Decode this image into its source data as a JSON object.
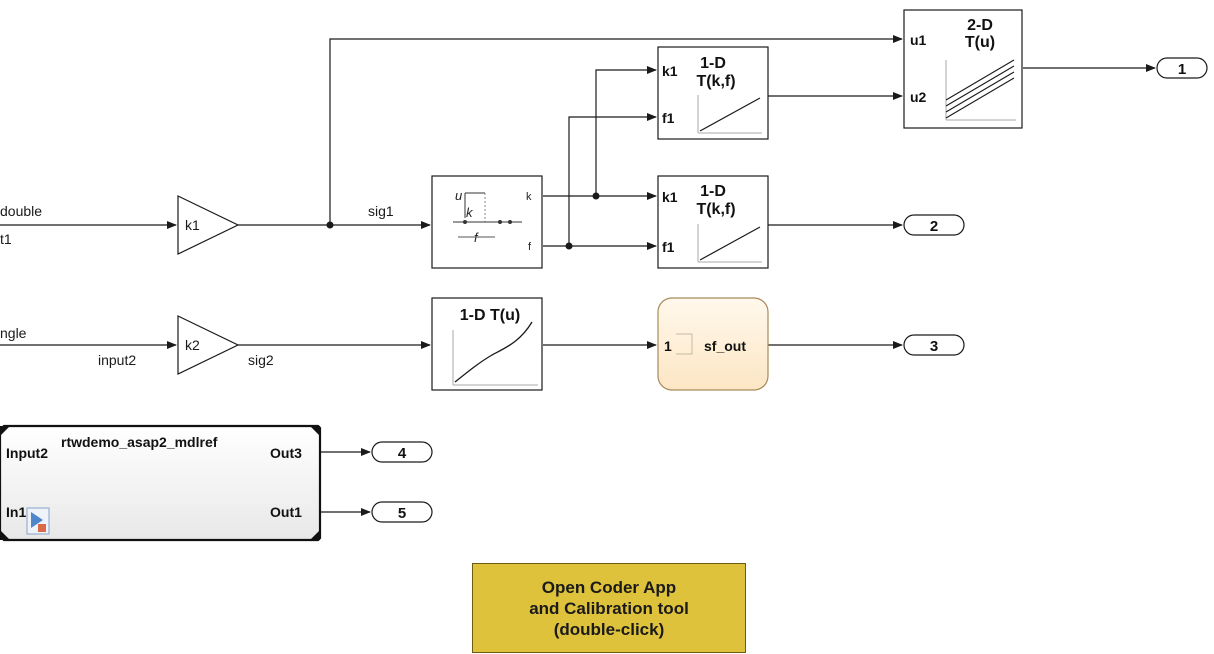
{
  "signals": {
    "in1_type": "double",
    "in1_name": "t1",
    "in2_type": "ngle",
    "input2": "input2",
    "sig1": "sig1",
    "sig2": "sig2"
  },
  "blocks": {
    "gain1": "k1",
    "gain2": "k2",
    "prelookup": {
      "u": "u",
      "k": "k",
      "f": "f",
      "out_k": "k",
      "out_f": "f"
    },
    "interp1": {
      "port_k": "k1",
      "port_f": "f1",
      "title_1": "1-D",
      "title_2": "T(k,f)"
    },
    "interp2": {
      "port_k": "k1",
      "port_f": "f1",
      "title_1": "1-D",
      "title_2": "T(k,f)"
    },
    "lookup2d": {
      "port_u1": "u1",
      "port_u2": "u2",
      "title_1": "2-D",
      "title_2": "T(u)"
    },
    "lookup1d": {
      "title": "1-D T(u)"
    },
    "chart": {
      "in_port": "1",
      "out_port": "sf_out"
    },
    "model_ref": {
      "name": "rtwdemo_asap2_mdlref",
      "in_input2": "Input2",
      "in_in1": "In1",
      "out3": "Out3",
      "out1": "Out1"
    }
  },
  "outports": [
    "1",
    "2",
    "3",
    "4",
    "5"
  ],
  "annotation": {
    "line1": "Open Coder App",
    "line2": "and Calibration tool",
    "line3": "(double-click)"
  },
  "colors": {
    "chart_fill": "#fdf0d8",
    "annotation_fill": "#dfc23b",
    "wire": "#1a1a1a"
  }
}
